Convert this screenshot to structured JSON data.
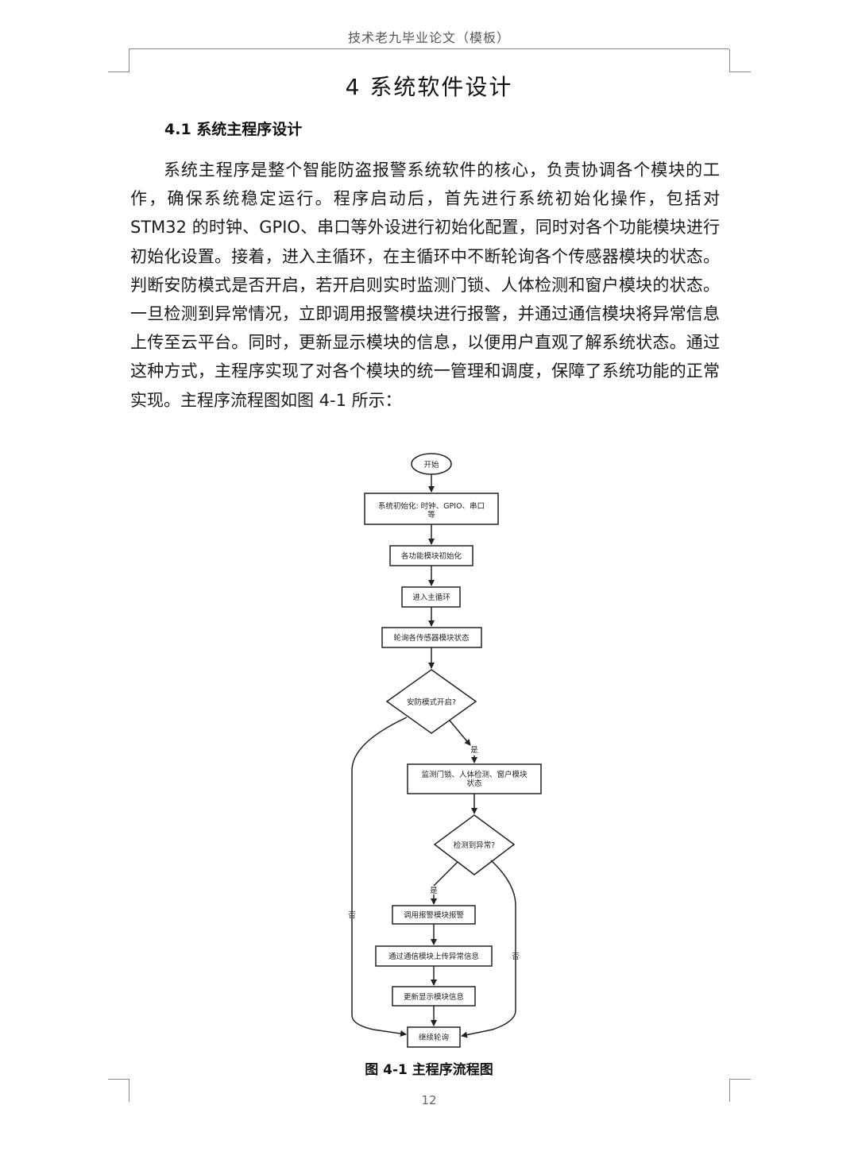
{
  "header": {
    "title": "技术老九毕业论文（模板）"
  },
  "chapter": {
    "title": "4  系统软件设计"
  },
  "section": {
    "title": "4.1  系统主程序设计"
  },
  "body": {
    "paragraph": "系统主程序是整个智能防盗报警系统软件的核心，负责协调各个模块的工作，确保系统稳定运行。程序启动后，首先进行系统初始化操作，包括对 STM32 的时钟、GPIO、串口等外设进行初始化配置，同时对各个功能模块进行初始化设置。接着，进入主循环，在主循环中不断轮询各个传感器模块的状态。判断安防模式是否开启，若开启则实时监测门锁、人体检测和窗户模块的状态。一旦检测到异常情况，立即调用报警模块进行报警，并通过通信模块将异常信息上传至云平台。同时，更新显示模块的信息，以便用户直观了解系统状态。通过这种方式，主程序实现了对各个模块的统一管理和调度，保障了系统功能的正常实现。主程序流程图如图 4-1 所示："
  },
  "flowchart": {
    "start": "开始",
    "init_line1": "系统初始化: 时钟、GPIO、串口",
    "init_line2": "等",
    "module_init": "各功能模块初始化",
    "main_loop": "进入主循环",
    "poll": "轮询各传感器模块状态",
    "decision_security": "安防模式开启?",
    "yes1": "是",
    "monitor_line1": "监测门锁、人体检测、窗户模块",
    "monitor_line2": "状态",
    "decision_abnormal": "检测到异常?",
    "yes2": "是",
    "alarm": "调用报警模块报警",
    "upload": "通过通信模块上传异常信息",
    "display": "更新显示模块信息",
    "continue": "继续轮询",
    "no1": "否",
    "no2": "否"
  },
  "figure": {
    "caption": "图 4-1 主程序流程图"
  },
  "footer": {
    "page_number": "12"
  }
}
